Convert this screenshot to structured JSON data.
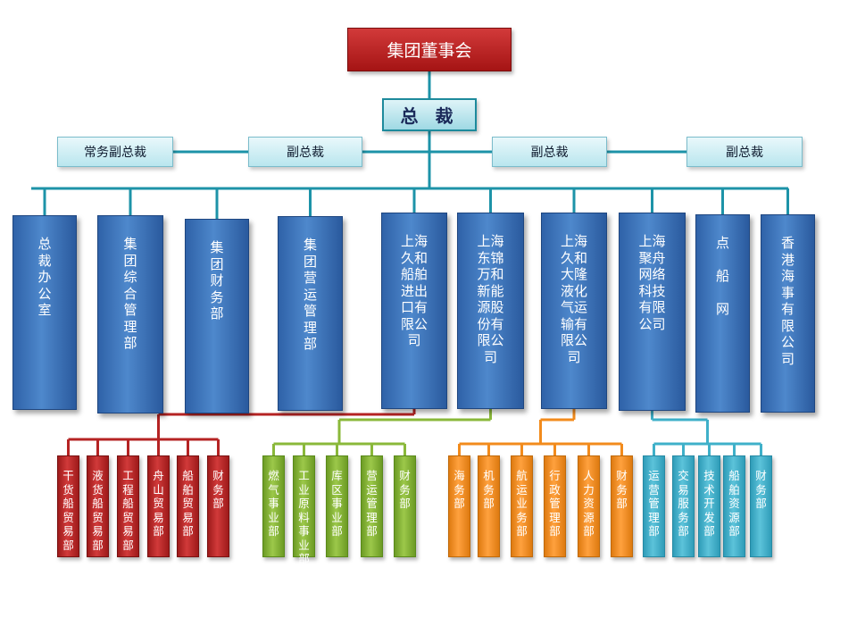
{
  "board": "集团董事会",
  "ceo": "总 裁",
  "vps": [
    "常务副总裁",
    "副总裁",
    "副总裁",
    "副总裁"
  ],
  "depts": [
    "总\n裁\n办\n公\n室",
    "集\n团\n综\n合\n管\n理\n部",
    "集\n团\n财\n务\n部",
    "集\n团\n营\n运\n管\n理\n部",
    "上海\n久和\n船舶\n进出\n口有\n限公\n司",
    "上海\n东锦\n万和\n新能\n源股\n份有\n限公\n司",
    "上海\n久和\n大隆\n液化\n气运\n输有\n限公\n司",
    "上海\n聚舟\n网络\n科技\n有限\n公司",
    "点\n\n船\n\n网",
    "香\n港\n海\n事\n有\n限\n公\n司"
  ],
  "sub_groups": [
    [
      "干\n货\n船\n贸\n易\n部",
      "液\n货\n船\n贸\n易\n部",
      "工\n程\n船\n贸\n易\n部",
      "舟\n山\n贸\n易\n部",
      "船\n舶\n贸\n易\n部",
      "财\n务\n部"
    ],
    [
      "燃\n气\n事\n业\n部",
      "工\n业\n原\n料\n事\n业\n部",
      "库\n区\n事\n业\n部",
      "营\n运\n管\n理\n部",
      "财\n务\n部"
    ],
    [
      "海\n务\n部",
      "机\n务\n部",
      "航\n运\n业\n务\n部",
      "行\n政\n管\n理\n部",
      "人\n力\n资\n源\n部",
      "财\n务\n部"
    ],
    [
      "运\n营\n管\n理\n部",
      "交\n易\n服\n务\n部",
      "技\n术\n开\n发\n部",
      "船\n舶\n资\n源\n部",
      "财\n务\n部"
    ]
  ],
  "colors": {
    "line": "#1d93a8",
    "red": "#b52323",
    "green": "#8ab83a",
    "orange": "#f28b1c",
    "cyan": "#3fb0c9"
  }
}
